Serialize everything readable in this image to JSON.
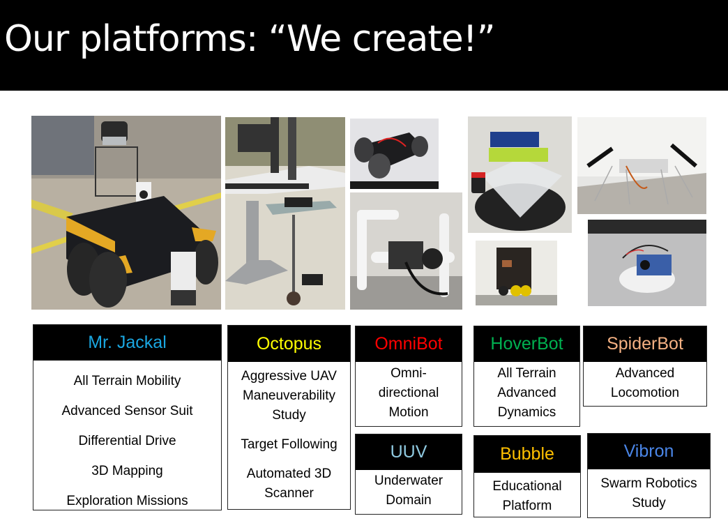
{
  "slide": {
    "title": "Our platforms: “We create!”"
  },
  "photos": [
    {
      "name": "photo-mr-jackal",
      "alt": "Mr. Jackal rover with lidar and camera"
    },
    {
      "name": "photo-octopus",
      "alt": "Octopus suspended platform"
    },
    {
      "name": "photo-omnibot",
      "alt": "OmniBot with mecanum wheels"
    },
    {
      "name": "photo-uuv",
      "alt": "UUV PVC frame underwater vehicle"
    },
    {
      "name": "photo-hoverbot",
      "alt": "HoverBot hovercraft"
    },
    {
      "name": "photo-bubble",
      "alt": "Bubble educational robot car"
    },
    {
      "name": "photo-spiderbot",
      "alt": "SpiderBot legged robot"
    },
    {
      "name": "photo-vibron",
      "alt": "Vibron swarm robot"
    }
  ],
  "platforms": {
    "jackal": {
      "name": "Mr. Jackal",
      "color": "#1aa6e0",
      "items": [
        "All Terrain Mobility",
        "Advanced Sensor Suit",
        "Differential Drive",
        "3D Mapping",
        "Exploration Missions"
      ]
    },
    "octopus": {
      "name": "Octopus",
      "color": "#ffff00",
      "items": [
        "Aggressive UAV Maneuverability Study",
        "Target Following",
        "Automated 3D Scanner"
      ]
    },
    "omnibot": {
      "name": "OmniBot",
      "color": "#ff0000",
      "items": [
        "Omni-directional Motion"
      ]
    },
    "hoverbot": {
      "name": "HoverBot",
      "color": "#00b050",
      "items": [
        "All Terrain Advanced Dynamics"
      ]
    },
    "spiderbot": {
      "name": "SpiderBot",
      "color": "#f4b183",
      "items": [
        "Advanced Locomotion"
      ]
    },
    "uuv": {
      "name": "UUV",
      "color": "#8fc9e0",
      "items": [
        "Underwater Domain"
      ]
    },
    "bubble": {
      "name": "Bubble",
      "color": "#ffc000",
      "items": [
        "Educational Platform"
      ]
    },
    "vibron": {
      "name": "Vibron",
      "color": "#4a86e8",
      "items": [
        "Swarm Robotics Study"
      ]
    }
  }
}
